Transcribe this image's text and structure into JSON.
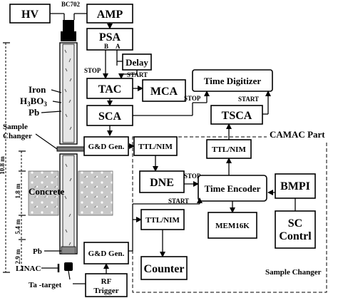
{
  "blocks": {
    "hv": "HV",
    "amp": "AMP",
    "psa": "PSA",
    "delay": "Delay",
    "tac": "TAC",
    "mca": "MCA",
    "sca": "SCA",
    "time_digitizer": "Time Digitizer",
    "tsca": "TSCA",
    "gd_gen_upper": "G&D Gen.",
    "ttl_nim_1": "TTL/NIM",
    "ttl_nim_2": "TTL/NIM",
    "ttl_nim_3": "TTL/NIM",
    "dne": "DNE",
    "time_encoder": "Time Encoder",
    "bmpi": "BMPI",
    "mem16k": "MEM16K",
    "sc_control_line1": "SC",
    "sc_control_line2": "Contrl",
    "gd_gen_lower": "G&D Gen.",
    "counter": "Counter",
    "rf_trigger_line1": "RF",
    "rf_trigger_line2": "Trigger"
  },
  "labels": {
    "bc702": "BC702",
    "psa_b": "B",
    "psa_a": "A",
    "stop": "STOP",
    "start": "START",
    "camac_part": "CAMAC Part",
    "sample_changer_caption": "Sample Changer"
  },
  "apparatus": {
    "iron": "Iron",
    "h3bo3_main": "H",
    "h3bo3_sub3a": "3",
    "h3bo3_mid": "BO",
    "h3bo3_sub3b": "3",
    "pb_upper": "Pb",
    "sample_changer_line1": "Sample",
    "sample_changer_line2": "Changer",
    "concrete": "Concrete",
    "pb_lower": "Pb",
    "linac": "LINAC",
    "ta_target": "Ta -target"
  },
  "dimensions": {
    "total": "10.8 m",
    "upper": "1.8 m",
    "middle": "5.4 m",
    "lower": "2.9 m"
  }
}
